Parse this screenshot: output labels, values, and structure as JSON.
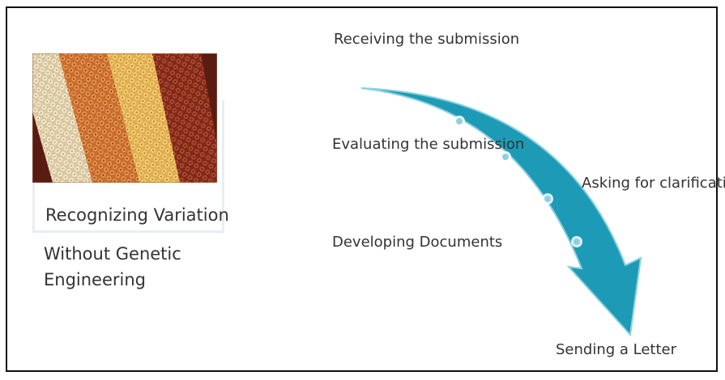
{
  "left_panel": {
    "title": "Recognizing Variation",
    "subtitle": "Without Genetic Engineering"
  },
  "steps": [
    "Receiving the submission",
    "Evaluating the submission",
    "Developing Documents",
    "Asking for clarification",
    "Sending a Letter"
  ],
  "colors": {
    "arrow": "#1d9bb6",
    "arrow_stroke": "#8ed0df",
    "text": "#333333",
    "frame": "#111111"
  }
}
